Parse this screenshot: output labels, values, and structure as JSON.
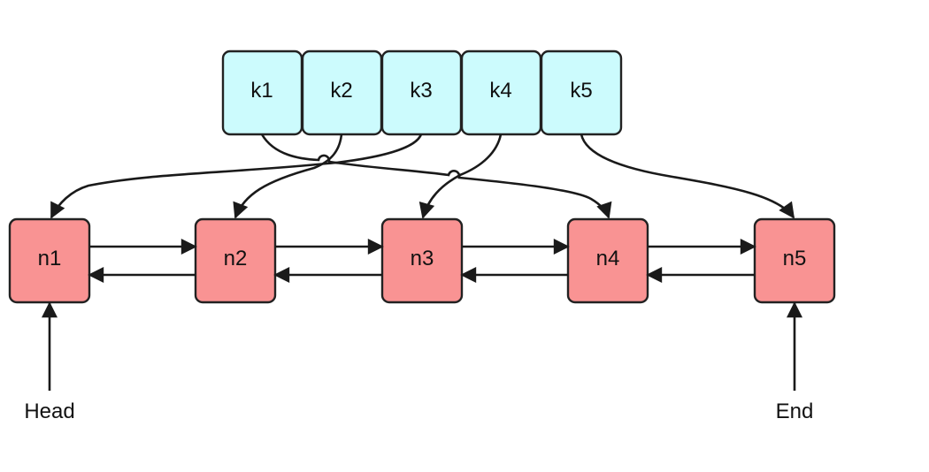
{
  "keys": [
    "k1",
    "k2",
    "k3",
    "k4",
    "k5"
  ],
  "nodes": [
    "n1",
    "n2",
    "n3",
    "n4",
    "n5"
  ],
  "pointers": {
    "head": "Head",
    "end": "End"
  },
  "colors": {
    "key_fill": "#ccfbfd",
    "node_fill": "#f99393",
    "stroke": "#222222"
  },
  "mapping": [
    {
      "from": "k1",
      "to": "n4"
    },
    {
      "from": "k2",
      "to": "n2"
    },
    {
      "from": "k3",
      "to": "n1"
    },
    {
      "from": "k4",
      "to": "n3"
    },
    {
      "from": "k5",
      "to": "n5"
    }
  ],
  "list_links": "doubly-linked"
}
